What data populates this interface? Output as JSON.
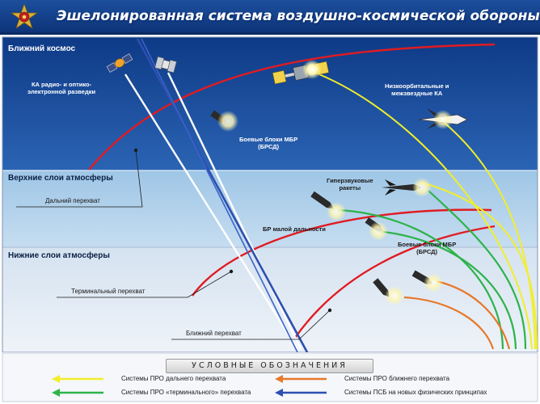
{
  "header": {
    "title": "Эшелонированная система воздушно-космической обороны",
    "emblem_icon": "eagle-emblem-icon"
  },
  "zones": {
    "near_space": "Ближний космос",
    "upper_atmosphere": "Верхние слои атмосферы",
    "lower_atmosphere": "Нижние слои атмосферы"
  },
  "labels": {
    "recon_satellites": "КА радио- и оптико-\nэлектронной разведки",
    "low_orbit_sats": "Низкоорбитальные и\nмежзвездные КА",
    "icbm_warheads_space": "Боевые блоки МБР\n(БРСД)",
    "hypersonic": "Гиперзвуковые\nракеты",
    "short_range_bm": "БР малой дальности",
    "icbm_warheads_lower": "Боевые блоки МБР\n(БРСД)"
  },
  "intercepts": {
    "long_range": "Дальний перехват",
    "terminal": "Терминальный перехват",
    "near": "Ближний перехват"
  },
  "legend": {
    "header": "УСЛОВНЫЕ ОБОЗНАЧЕНИЯ",
    "items": [
      {
        "label": "Системы ПРО дальнего перехвата",
        "color": "#f2ee2a"
      },
      {
        "label": "Системы ПРО ближнего перехвата",
        "color": "#e8782a"
      },
      {
        "label": "Системы ПРО «терминального» перехвата",
        "color": "#2db34a"
      },
      {
        "label": "Системы ПСБ на новых физических принципах",
        "color": "#2d4fb0"
      }
    ]
  },
  "colors": {
    "space": "#1a4a96",
    "upper": "#a9cde9",
    "lower": "#dfe8f3",
    "red_arc": "#e11b22",
    "yellow": "#f2ee2a",
    "green": "#2db34a",
    "orange": "#e8782a",
    "blue": "#2d4fb0",
    "white_beam": "#ffffff"
  }
}
